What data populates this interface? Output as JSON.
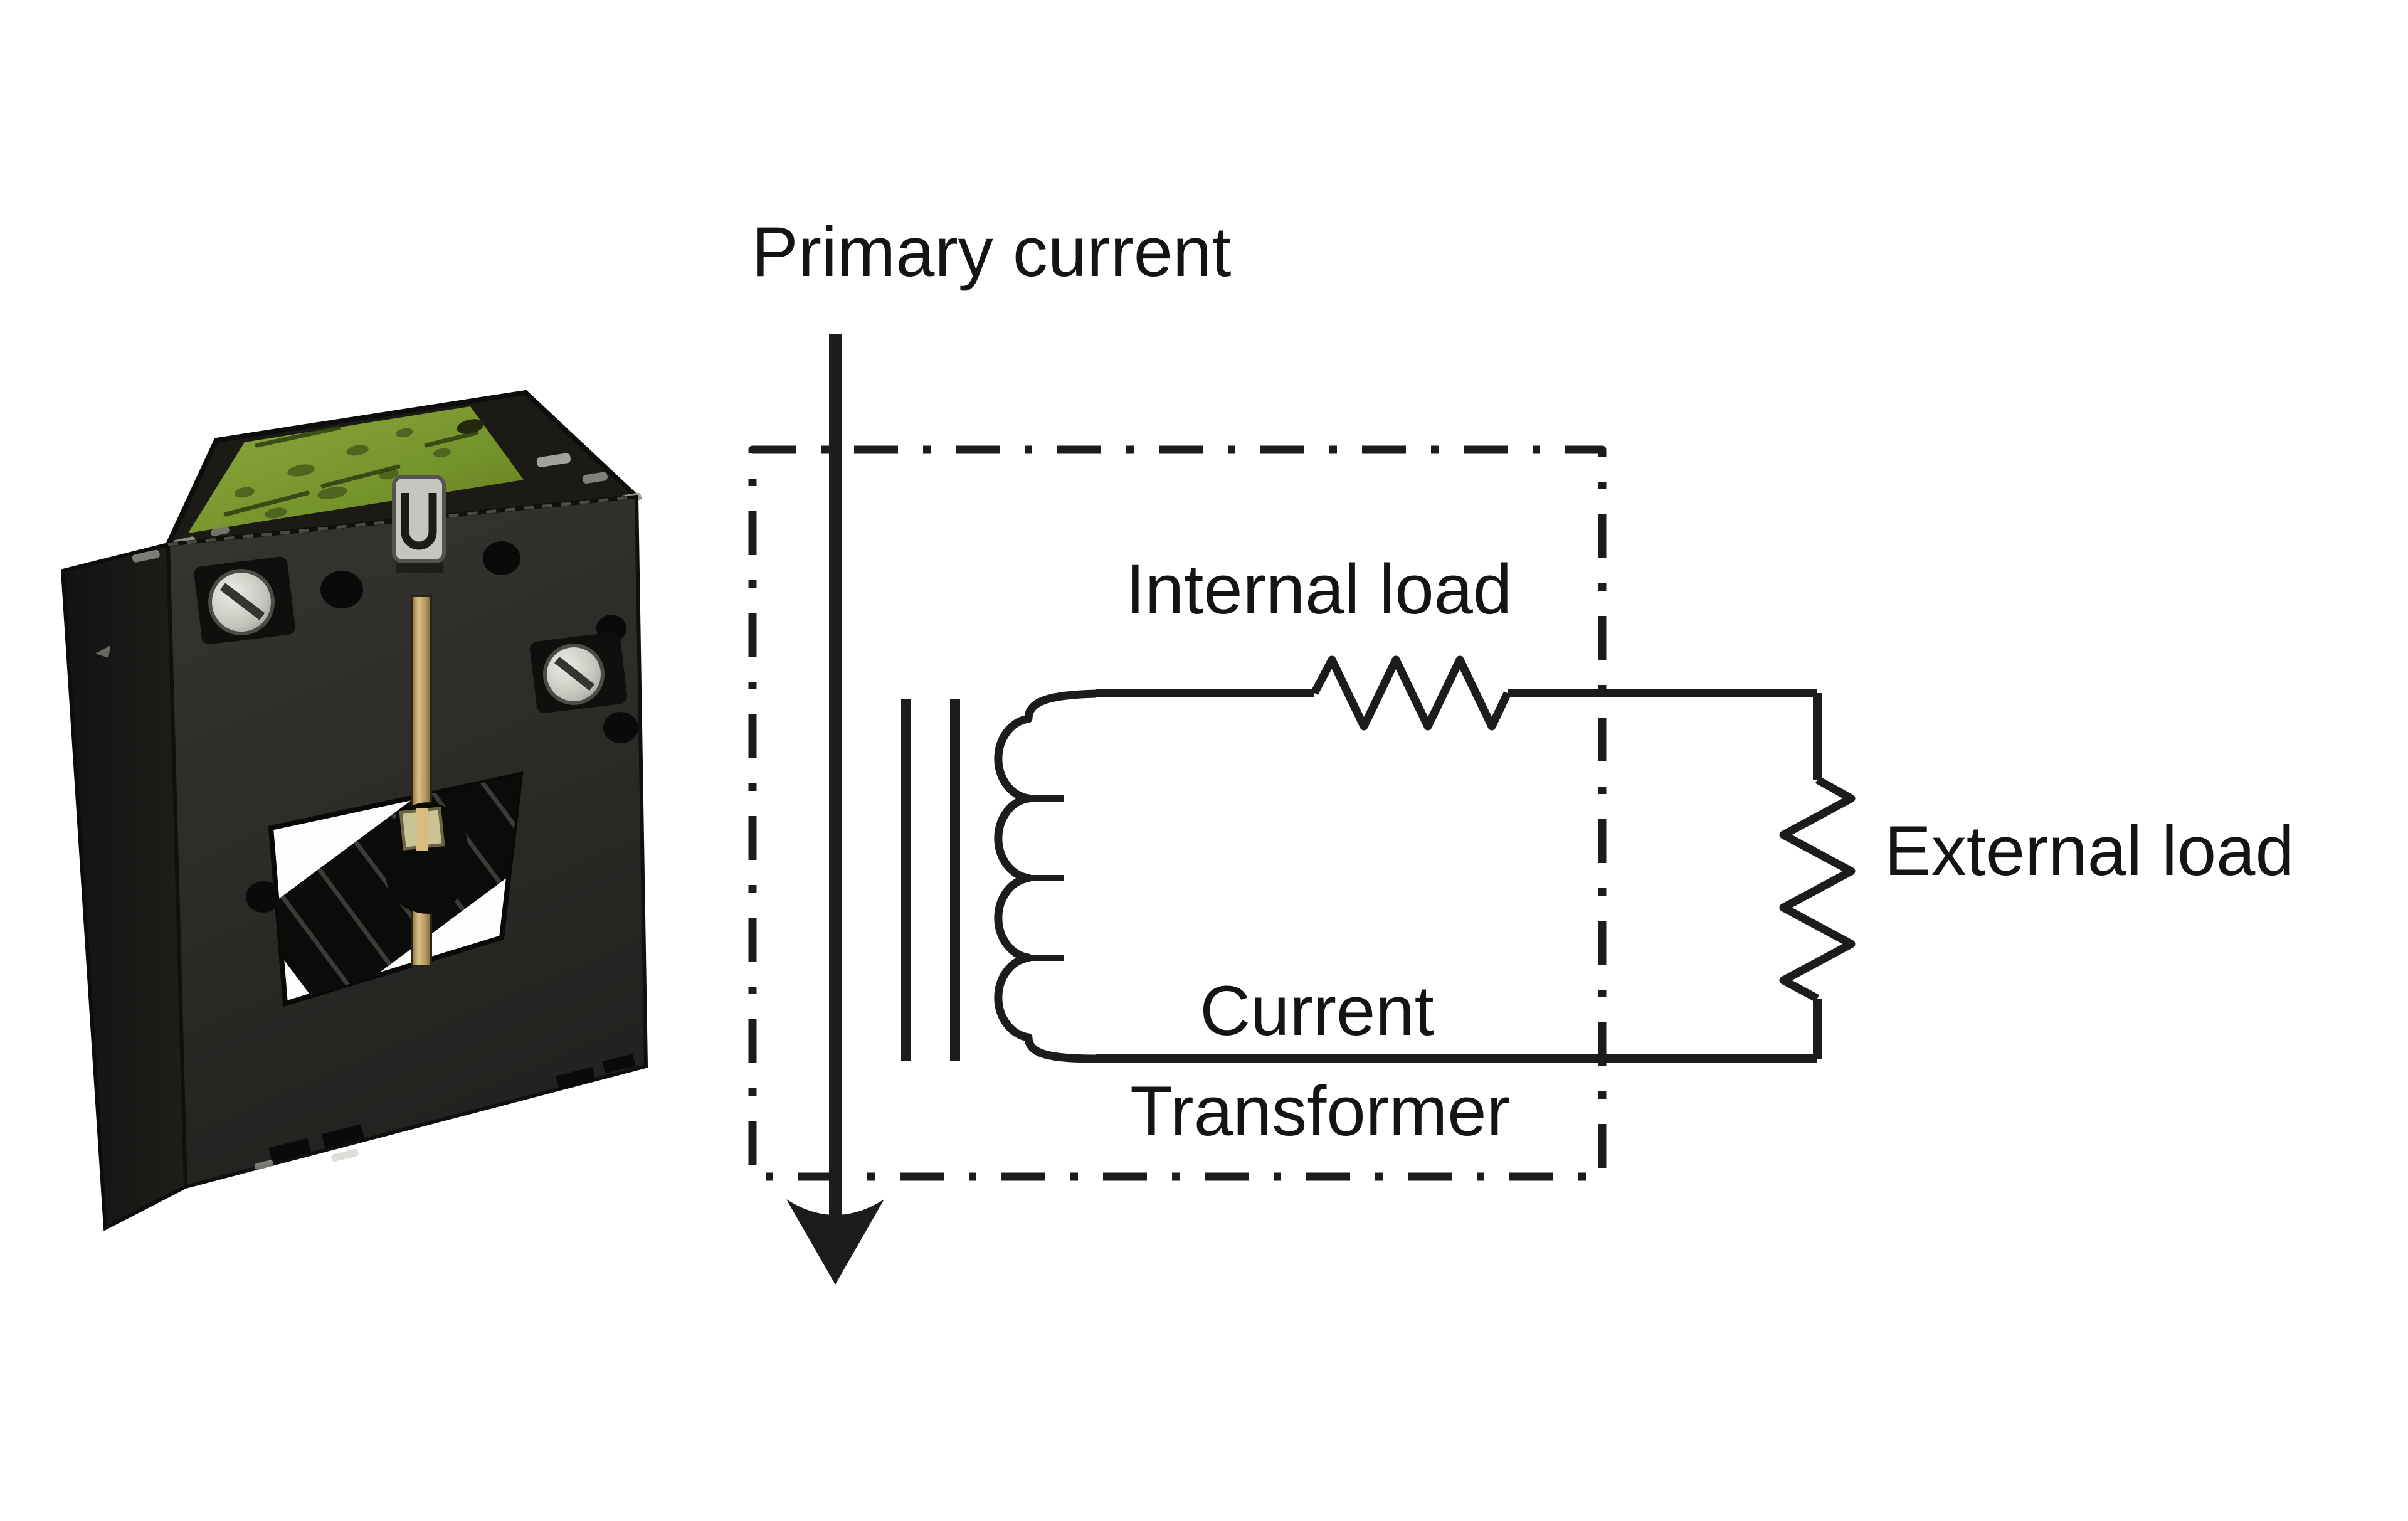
{
  "diagram": {
    "labels": {
      "primary_current": "Primary current",
      "internal_load": "Internal load",
      "external_load": "External load",
      "current_transformer_line1": "Current",
      "current_transformer_line2": "Transformer"
    },
    "stroke_color": "#1c1c1c",
    "text_color": "#141414",
    "boundary_style": "dash-dot",
    "background_color": "#ffffff"
  },
  "device_photo": {
    "description": "Black moulded current transformer with green top label, metal clip, brass centre screw and rectangular busbar window",
    "colors": {
      "body": "#2e2d29",
      "side": "#1a1917",
      "top": "#1b1a17",
      "label_green": "#7c9b31",
      "brass": "#c2a26a",
      "metal": "#d6d6d0",
      "window": "#fdfdfd"
    }
  }
}
